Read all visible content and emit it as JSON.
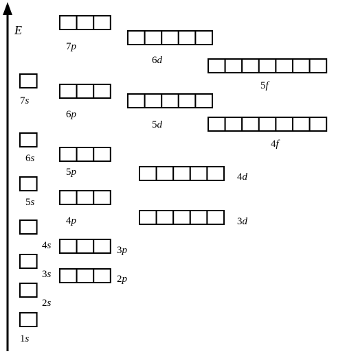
{
  "axis_label": "E",
  "orbitals": [
    {
      "id": "1s",
      "n": "1",
      "l": "s"
    },
    {
      "id": "2s",
      "n": "2",
      "l": "s"
    },
    {
      "id": "2p",
      "n": "2",
      "l": "p"
    },
    {
      "id": "3s",
      "n": "3",
      "l": "s"
    },
    {
      "id": "3p",
      "n": "3",
      "l": "p"
    },
    {
      "id": "4s",
      "n": "4",
      "l": "s"
    },
    {
      "id": "3d",
      "n": "3",
      "l": "d"
    },
    {
      "id": "4p",
      "n": "4",
      "l": "p"
    },
    {
      "id": "5s",
      "n": "5",
      "l": "s"
    },
    {
      "id": "4d",
      "n": "4",
      "l": "d"
    },
    {
      "id": "5p",
      "n": "5",
      "l": "p"
    },
    {
      "id": "6s",
      "n": "6",
      "l": "s"
    },
    {
      "id": "4f",
      "n": "4",
      "l": "f"
    },
    {
      "id": "5d",
      "n": "5",
      "l": "d"
    },
    {
      "id": "6p",
      "n": "6",
      "l": "p"
    },
    {
      "id": "7s",
      "n": "7",
      "l": "s"
    },
    {
      "id": "5f",
      "n": "5",
      "l": "f"
    },
    {
      "id": "6d",
      "n": "6",
      "l": "d"
    },
    {
      "id": "7p",
      "n": "7",
      "l": "p"
    }
  ]
}
